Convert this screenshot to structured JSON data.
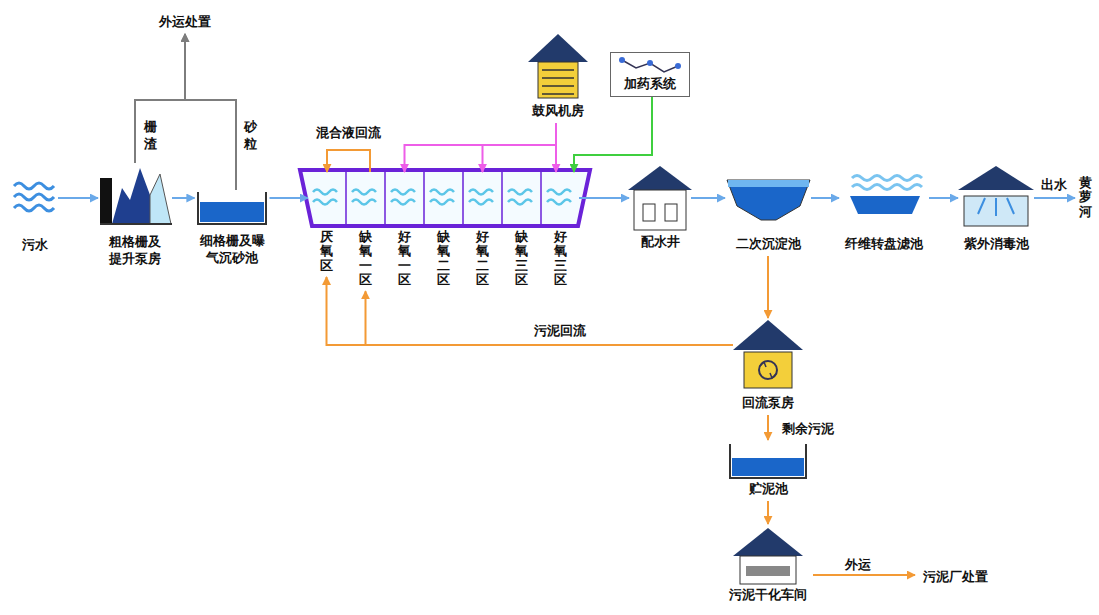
{
  "diagram": {
    "nodes": [
      {
        "text": [
          "外运处置"
        ]
      },
      {
        "text": [
          "污水"
        ]
      },
      {
        "text": [
          "粗格栅及 提升泵房"
        ]
      },
      {
        "text": [
          "细格栅及曝 气沉砂池"
        ]
      },
      {
        "text": [
          "鼓风机房"
        ]
      },
      {
        "text": [
          "加药系统"
        ]
      },
      {
        "text": [
          "厌氧区"
        ]
      },
      {
        "text": [
          "缺氧一区"
        ]
      },
      {
        "text": [
          "好氧一区"
        ]
      },
      {
        "text": [
          "缺氧二区"
        ]
      },
      {
        "text": [
          "好氧二区"
        ]
      },
      {
        "text": [
          "缺氧三区"
        ]
      },
      {
        "text": [
          "好氧三区"
        ]
      },
      {
        "text": [
          "配水井"
        ]
      },
      {
        "text": [
          "二次沉淀池"
        ]
      },
      {
        "text": [
          "纤维转盘滤池"
        ]
      },
      {
        "text": [
          "紫外消毒池"
        ]
      },
      {
        "text": [
          "黄萝河"
        ]
      },
      {
        "text": [
          "回流泵房"
        ]
      },
      {
        "text": [
          "贮泥池"
        ]
      },
      {
        "text": [
          "污泥干化车间"
        ]
      },
      {
        "text": [
          "污泥厂处置"
        ]
      }
    ],
    "edges": [
      {
        "from": 1,
        "to": 2,
        "arrow": "to"
      },
      {
        "from": 2,
        "to": 3,
        "arrow": "to"
      },
      {
        "from": 3,
        "to": 6,
        "arrow": "to"
      },
      {
        "from": 2,
        "to": 0,
        "label": "栅渣",
        "arrow": "to"
      },
      {
        "from": 3,
        "to": 0,
        "label": "砂粒",
        "arrow": "to"
      },
      {
        "from": 7,
        "to": 6,
        "label": "混合液回流",
        "arrow": "to"
      },
      {
        "from": 4,
        "to": 8,
        "arrow": "to"
      },
      {
        "from": 4,
        "to": 10,
        "arrow": "to"
      },
      {
        "from": 4,
        "to": 12,
        "arrow": "to"
      },
      {
        "from": 5,
        "to": 12,
        "arrow": "to"
      },
      {
        "from": 12,
        "to": 13,
        "arrow": "to"
      },
      {
        "from": 13,
        "to": 14,
        "arrow": "to"
      },
      {
        "from": 14,
        "to": 15,
        "arrow": "to"
      },
      {
        "from": 15,
        "to": 16,
        "arrow": "to"
      },
      {
        "from": 16,
        "to": 17,
        "label": "出水",
        "arrow": "to"
      },
      {
        "from": 14,
        "to": 18,
        "arrow": "to"
      },
      {
        "from": 18,
        "to": 6,
        "label": "污泥回流",
        "arrow": "to"
      },
      {
        "from": 18,
        "to": 7,
        "arrow": "to"
      },
      {
        "from": 18,
        "to": 19,
        "label": "剩余污泥",
        "arrow": "to"
      },
      {
        "from": 19,
        "to": 20,
        "arrow": "to"
      },
      {
        "from": 20,
        "to": 21,
        "label": "外运",
        "arrow": "to"
      }
    ]
  }
}
